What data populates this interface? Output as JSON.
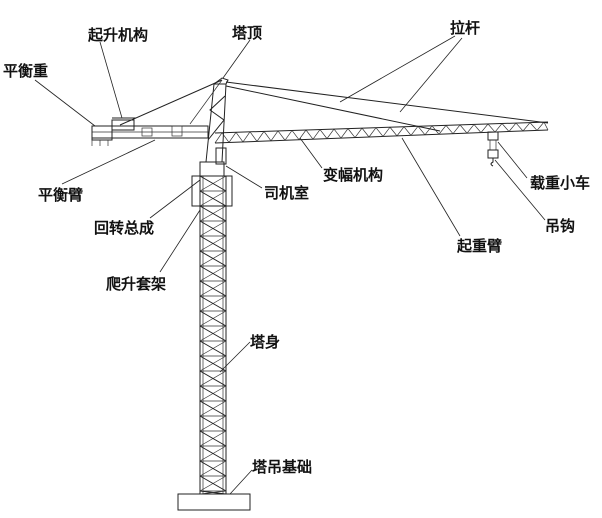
{
  "title": "塔吊结构示意图",
  "labels": {
    "hoist_mechanism": "起升机构",
    "tower_top": "塔顶",
    "tie_rod": "拉杆",
    "counterweight": "平衡重",
    "counter_jib": "平衡臂",
    "cab": "司机室",
    "luffing_mechanism": "变幅机构",
    "trolley": "载重小车",
    "slewing_assembly": "回转总成",
    "hook": "吊钩",
    "jib": "起重臂",
    "climbing_frame": "爬升套架",
    "tower_body": "塔身",
    "foundation": "塔吊基础"
  }
}
